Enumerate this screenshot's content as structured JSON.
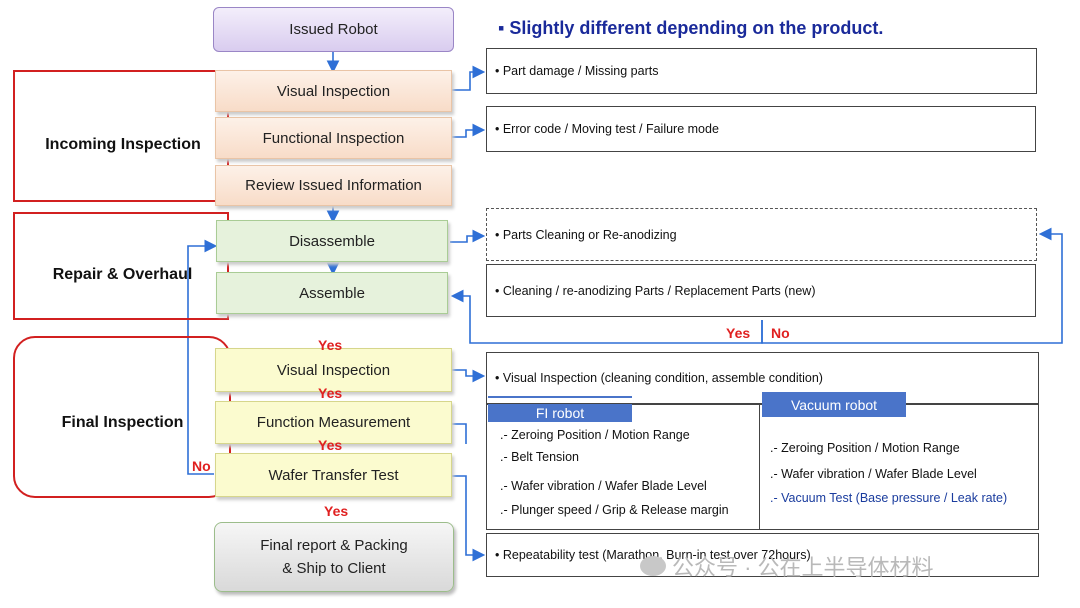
{
  "title": "▪ Slightly different depending on the product.",
  "steps": {
    "issued": "Issued Robot",
    "visual1": "Visual Inspection",
    "functional": "Functional Inspection",
    "review": "Review Issued Information",
    "disassemble": "Disassemble",
    "assemble": "Assemble",
    "visual2": "Visual Inspection",
    "function_meas": "Function Measurement",
    "wafer": "Wafer Transfer Test",
    "final": "Final report & Packing\n& Ship to Client"
  },
  "phases": {
    "incoming": "Incoming Inspection",
    "repair": "Repair & Overhaul",
    "final": "Final Inspection"
  },
  "notes": {
    "n1": "• Part damage / Missing parts",
    "n2": "• Error code / Moving test / Failure mode",
    "n3": "• Parts Cleaning or Re-anodizing",
    "n4": "• Cleaning / re-anodizing Parts  / Replacement Parts (new)",
    "n5": "• Visual  Inspection (cleaning condition, assemble condition)",
    "n6": "• Repeatability test  (Marathon, Burn-in test over 72hours)"
  },
  "fi_robot": {
    "label": "FI robot",
    "items": [
      ".- Zeroing Position / Motion Range",
      ".-  Belt Tension",
      ".- Wafer vibration / Wafer Blade Level",
      ".- Plunger speed / Grip & Release margin"
    ]
  },
  "vacuum_robot": {
    "label": "Vacuum robot",
    "items": [
      ".- Zeroing Position / Motion Range",
      ".- Wafer vibration / Wafer Blade Level",
      ".- Vacuum Test (Base pressure / Leak rate)"
    ]
  },
  "decisions": {
    "yes": "Yes",
    "no": "No"
  },
  "watermark": "公众号 · 公在上半导体材料",
  "colors": {
    "arrow": "#2e6fd6",
    "phase_border": "#d22020",
    "accent_text": "#1a2a9a",
    "tag": "#4a74c9"
  }
}
